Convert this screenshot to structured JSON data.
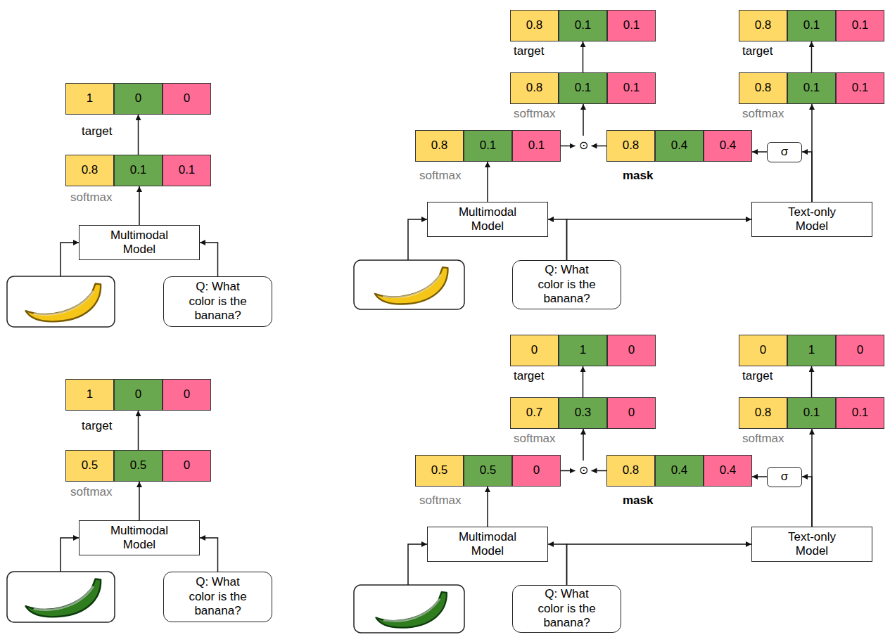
{
  "diagram": {
    "nodes": [
      {
        "text": [
          "1"
        ]
      },
      {
        "text": [
          "0"
        ]
      },
      {
        "text": [
          "0"
        ]
      },
      {
        "text": [
          "0.8"
        ]
      },
      {
        "text": [
          "0.1"
        ]
      },
      {
        "text": [
          "0.1"
        ]
      },
      {
        "text": [
          "Multimodal Model"
        ]
      },
      {
        "text": [
          "Q: What color is the banana?"
        ]
      },
      {
        "text": [
          "1"
        ]
      },
      {
        "text": [
          "0"
        ]
      },
      {
        "text": [
          "0"
        ]
      },
      {
        "text": [
          "0.5"
        ]
      },
      {
        "text": [
          "0.5"
        ]
      },
      {
        "text": [
          "0"
        ]
      },
      {
        "text": [
          "Multimodal Model"
        ]
      },
      {
        "text": [
          "Q: What color is the banana?"
        ]
      },
      {
        "text": [
          "0.8"
        ]
      },
      {
        "text": [
          "0.1"
        ]
      },
      {
        "text": [
          "0.1"
        ]
      },
      {
        "text": [
          "0.8"
        ]
      },
      {
        "text": [
          "0.1"
        ]
      },
      {
        "text": [
          "0.1"
        ]
      },
      {
        "text": [
          "0.8"
        ]
      },
      {
        "text": [
          "0.1"
        ]
      },
      {
        "text": [
          "0.1"
        ]
      },
      {
        "text": [
          "0.8"
        ]
      },
      {
        "text": [
          "0.1"
        ]
      },
      {
        "text": [
          "0.1"
        ]
      },
      {
        "text": [
          "0.8"
        ]
      },
      {
        "text": [
          "0.1"
        ]
      },
      {
        "text": [
          "0.1"
        ]
      },
      {
        "text": [
          "⊙"
        ]
      },
      {
        "text": [
          "0.8"
        ]
      },
      {
        "text": [
          "0.4"
        ]
      },
      {
        "text": [
          "0.4"
        ]
      },
      {
        "text": [
          "σ"
        ]
      },
      {
        "text": [
          "Multimodal Model"
        ]
      },
      {
        "text": [
          "Text-only Model"
        ]
      },
      {
        "text": [
          "Q: What color is the banana?"
        ]
      },
      {
        "text": [
          "0"
        ]
      },
      {
        "text": [
          "1"
        ]
      },
      {
        "text": [
          "0"
        ]
      },
      {
        "text": [
          "0"
        ]
      },
      {
        "text": [
          "1"
        ]
      },
      {
        "text": [
          "0"
        ]
      },
      {
        "text": [
          "0.7"
        ]
      },
      {
        "text": [
          "0.3"
        ]
      },
      {
        "text": [
          "0"
        ]
      },
      {
        "text": [
          "0.8"
        ]
      },
      {
        "text": [
          "0.1"
        ]
      },
      {
        "text": [
          "0.1"
        ]
      },
      {
        "text": [
          "0.5"
        ]
      },
      {
        "text": [
          "0.5"
        ]
      },
      {
        "text": [
          "0"
        ]
      },
      {
        "text": [
          "⊙"
        ]
      },
      {
        "text": [
          "0.8"
        ]
      },
      {
        "text": [
          "0.4"
        ]
      },
      {
        "text": [
          "0.4"
        ]
      },
      {
        "text": [
          "σ"
        ]
      },
      {
        "text": [
          "Multimodal Model"
        ]
      },
      {
        "text": [
          "Text-only Model"
        ]
      },
      {
        "text": [
          "Q: What color is the banana?"
        ]
      }
    ],
    "edges": [
      {
        "from": 7,
        "to": 6,
        "arrow": "to"
      },
      {
        "from": 6,
        "to": 4,
        "arrow": "to"
      },
      {
        "from": 4,
        "to": 1,
        "arrow": "to"
      },
      {
        "from": 15,
        "to": 14,
        "arrow": "to"
      },
      {
        "from": 14,
        "to": 12,
        "arrow": "to"
      },
      {
        "from": 12,
        "to": 9,
        "arrow": "to"
      },
      {
        "from": 38,
        "to": 36,
        "arrow": "to"
      },
      {
        "from": 38,
        "to": 37,
        "arrow": "to"
      },
      {
        "from": 36,
        "to": 29,
        "arrow": "to"
      },
      {
        "from": 30,
        "to": 31,
        "arrow": "to"
      },
      {
        "from": 32,
        "to": 31,
        "arrow": "to"
      },
      {
        "from": 31,
        "to": 23,
        "arrow": "to"
      },
      {
        "from": 23,
        "to": 17,
        "arrow": "to"
      },
      {
        "from": 35,
        "to": 34,
        "arrow": "to"
      },
      {
        "from": 37,
        "to": 35,
        "arrow": "to"
      },
      {
        "from": 37,
        "to": 26,
        "arrow": "to"
      },
      {
        "from": 26,
        "to": 20,
        "arrow": "to"
      },
      {
        "from": 61,
        "to": 59,
        "arrow": "to"
      },
      {
        "from": 61,
        "to": 60,
        "arrow": "to"
      },
      {
        "from": 59,
        "to": 52,
        "arrow": "to"
      },
      {
        "from": 53,
        "to": 54,
        "arrow": "to"
      },
      {
        "from": 55,
        "to": 54,
        "arrow": "to"
      },
      {
        "from": 54,
        "to": 46,
        "arrow": "to"
      },
      {
        "from": 46,
        "to": 40,
        "arrow": "to"
      },
      {
        "from": 58,
        "to": 57,
        "arrow": "to"
      },
      {
        "from": 60,
        "to": 58,
        "arrow": "to"
      },
      {
        "from": 60,
        "to": 49,
        "arrow": "to"
      },
      {
        "from": 49,
        "to": 43,
        "arrow": "to"
      }
    ],
    "labels": [
      "target",
      "softmax",
      "target",
      "softmax",
      "target",
      "target",
      "softmax",
      "softmax",
      "softmax",
      "mask",
      "target",
      "target",
      "softmax",
      "softmax",
      "softmax",
      "mask"
    ]
  }
}
